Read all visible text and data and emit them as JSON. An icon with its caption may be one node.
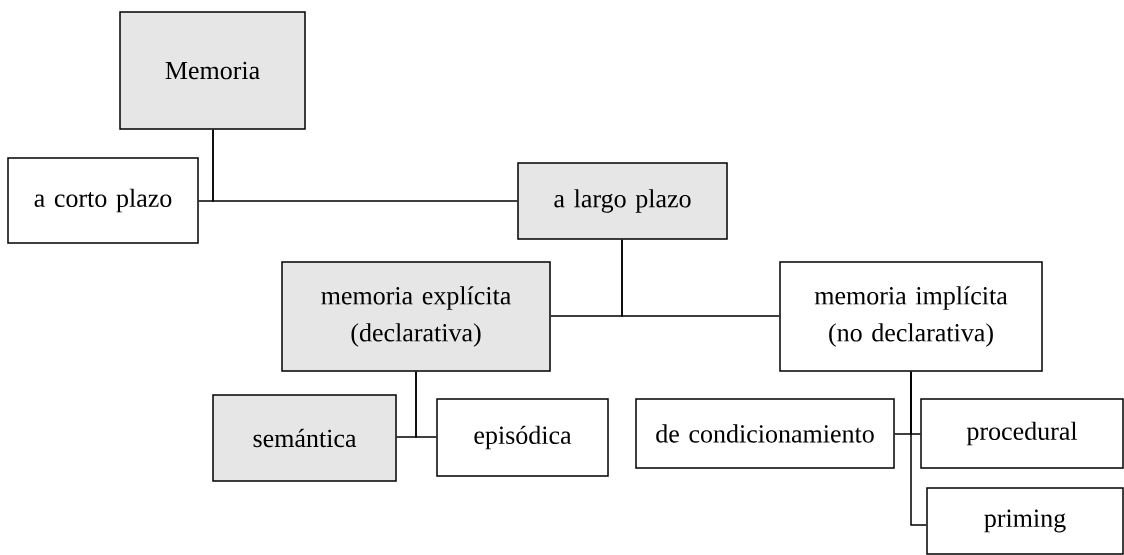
{
  "diagram": {
    "nodes": [
      {
        "text": [
          "Memoria"
        ]
      },
      {
        "text": [
          "a corto plazo"
        ]
      },
      {
        "text": [
          "a largo plazo"
        ]
      },
      {
        "text": [
          "memoria explícita (declarativa)"
        ]
      },
      {
        "text": [
          "memoria implícita (no declarativa)"
        ]
      },
      {
        "text": [
          "semántica"
        ]
      },
      {
        "text": [
          "episódica"
        ]
      },
      {
        "text": [
          "de condicionamiento"
        ]
      },
      {
        "text": [
          "procedural"
        ]
      },
      {
        "text": [
          "priming"
        ]
      }
    ],
    "edges": [
      {
        "from": 0,
        "to": 1,
        "arrow": "none"
      },
      {
        "from": 0,
        "to": 2,
        "arrow": "none"
      },
      {
        "from": 2,
        "to": 3,
        "arrow": "none"
      },
      {
        "from": 2,
        "to": 4,
        "arrow": "none"
      },
      {
        "from": 3,
        "to": 5,
        "arrow": "none"
      },
      {
        "from": 3,
        "to": 6,
        "arrow": "none"
      },
      {
        "from": 4,
        "to": 7,
        "arrow": "none"
      },
      {
        "from": 4,
        "to": 8,
        "arrow": "none"
      },
      {
        "from": 4,
        "to": 9,
        "arrow": "none"
      }
    ]
  }
}
